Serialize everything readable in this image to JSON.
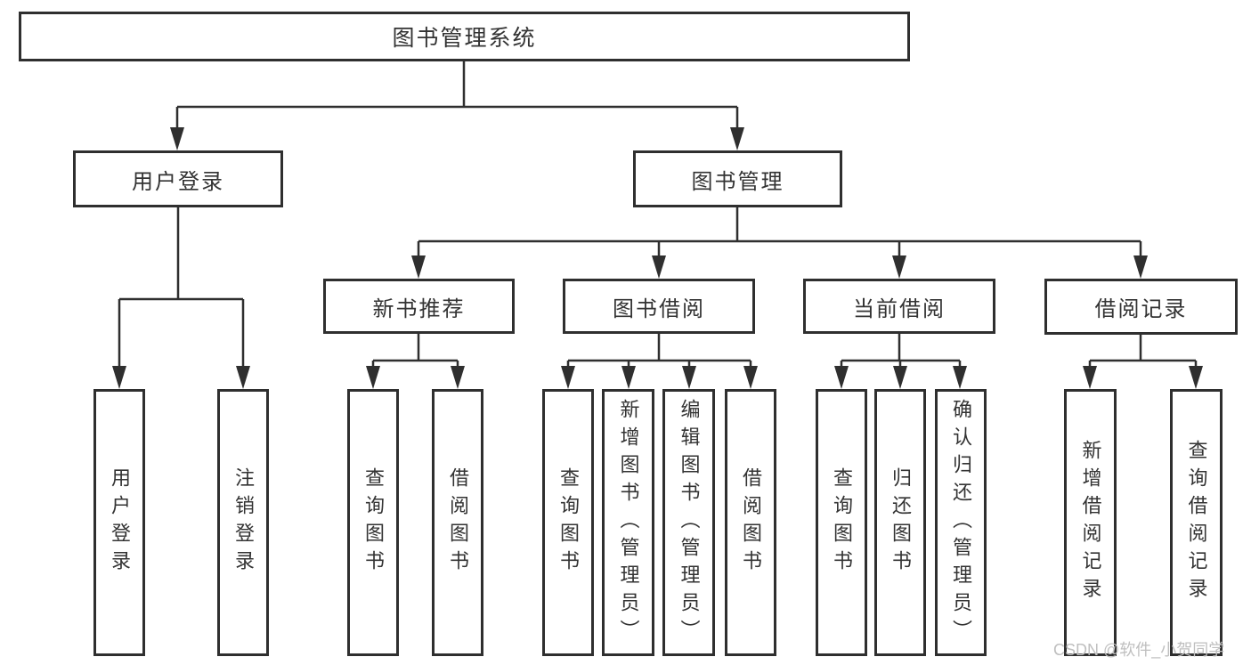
{
  "diagram": {
    "root": "图书管理系统",
    "branches": [
      {
        "label": "用户登录",
        "children": [
          "用户登录",
          "注销登录"
        ]
      },
      {
        "label": "图书管理",
        "groups": [
          {
            "label": "新书推荐",
            "children": [
              "查询图书",
              "借阅图书"
            ]
          },
          {
            "label": "图书借阅",
            "children": [
              "查询图书",
              "新增图书（管理员）",
              "编辑图书（管理员）",
              "借阅图书"
            ]
          },
          {
            "label": "当前借阅",
            "children": [
              "查询图书",
              "归还图书",
              "确认归还（管理员）"
            ]
          },
          {
            "label": "借阅记录",
            "children": [
              "新增借阅记录",
              "查询借阅记录"
            ]
          }
        ]
      }
    ]
  },
  "watermark": "CSDN @软件_小贺同学",
  "colors": {
    "line": "#2f2f2f",
    "ink": "#333333",
    "watermark": "#bfbfbf",
    "background": "#ffffff"
  }
}
